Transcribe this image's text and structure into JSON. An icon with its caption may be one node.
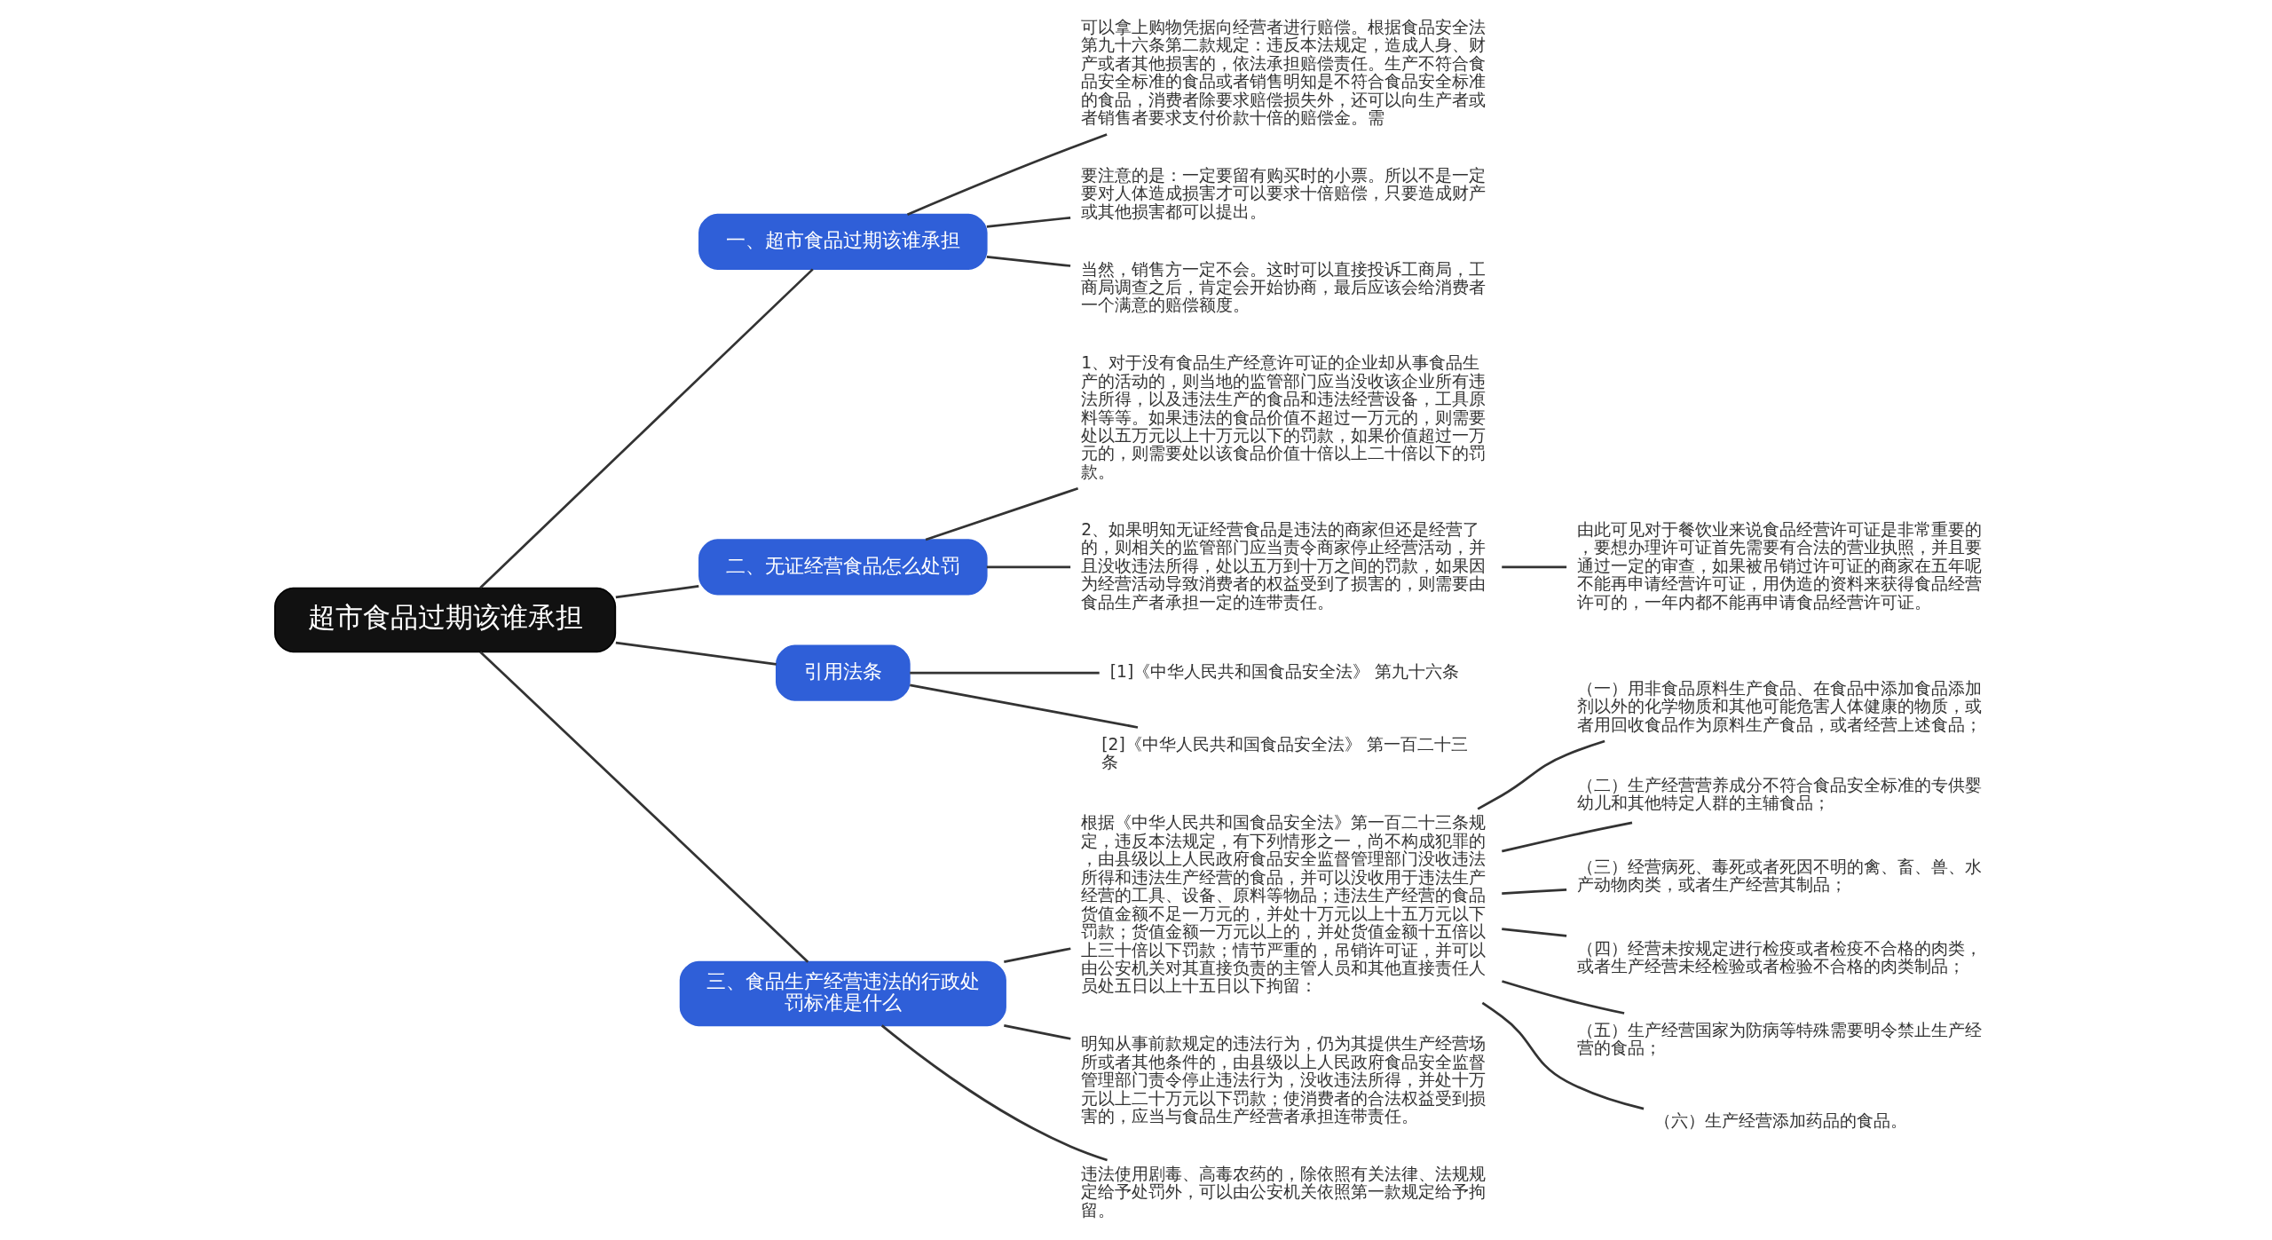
{
  "diagram": {
    "nodes": [
      {
        "text": [
          "超市食品过期该谁承担"
        ]
      },
      {
        "text": [
          "一、超市食品过期该谁承担"
        ]
      },
      {
        "text": [
          "可以拿上购物凭据向经营者进行赔偿。根据食品安全法第九十六条第二款规定：违反本法规定，造成人身、财产或者其他损害的，依法承担赔偿责任。生产不符合食品安全标准的食品或者销售明知是不符合食品安全标准的食品，消费者除要求赔偿损失外，还可以向生产者或者销售者要求支付价款十倍的赔偿金。需"
        ]
      },
      {
        "text": [
          "要注意的是：一定要留有购买时的小票。所以不是一定要对人体造成损害才可以要求十倍赔偿，只要造成财产或其他损害都可以提出。"
        ]
      },
      {
        "text": [
          "当然，销售方一定不会。这时可以直接投诉工商局，工商局调查之后，肯定会开始协商，最后应该会给消费者一个满意的赔偿额度。"
        ]
      },
      {
        "text": [
          "二、无证经营食品怎么处罚"
        ]
      },
      {
        "text": [
          "1、对于没有食品生产经意许可证的企业却从事食品生产的活动的，则当地的监管部门应当没收该企业所有违法所得，以及违法生产的食品和违法经营设备，工具原料等等。如果违法的食品价值不超过一万元的，则需要处以五万元以上十万元以下的罚款，如果价值超过一万元的，则需要处以该食品价值十倍以上二十倍以下的罚款。"
        ]
      },
      {
        "text": [
          "2、如果明知无证经营食品是违法的商家但还是经营了的，则相关的监管部门应当责令商家停止经营活动，并且没收违法所得，处以五万到十万之间的罚款，如果因为经营活动导致消费者的权益受到了损害的，则需要由食品生产者承担一定的连带责任。"
        ]
      },
      {
        "text": [
          "由此可见对于餐饮业来说食品经营许可证是非常重要的，要想办理许可证首先需要有合法的营业执照，并且要通过一定的审查，如果被吊销过许可证的商家在五年呢不能再申请经营许可证，用伪造的资料来获得食品经营许可的，一年内都不能再申请食品经营许可证。"
        ]
      },
      {
        "text": [
          "引用法条"
        ]
      },
      {
        "text": [
          "[1]《中华人民共和国食品安全法》 第九十六条"
        ]
      },
      {
        "text": [
          "[2]《中华人民共和国食品安全法》 第一百二十三条"
        ]
      },
      {
        "text": [
          "三、食品生产经营违法的行政处罚标准是什么"
        ]
      },
      {
        "text": [
          "根据《中华人民共和国食品安全法》第一百二十三条规定，违反本法规定，有下列情形之一，尚不构成犯罪的，由县级以上人民政府食品安全监督管理部门没收违法所得和违法生产经营的食品，并可以没收用于违法生产经营的工具、设备、原料等物品；违法生产经营的食品货值金额不足一万元的，并处十万元以上十五万元以下罚款；货值金额一万元以上的，并处货值金额十五倍以上三十倍以下罚款；情节严重的，吊销许可证，并可以由公安机关对其直接负责的主管人员和其他直接责任人员处五日以上十五日以下拘留："
        ]
      },
      {
        "text": [
          "（一）用非食品原料生产食品、在食品中添加食品添加剂以外的化学物质和其他可能危害人体健康的物质，或者用回收食品作为原料生产食品，或者经营上述食品；"
        ]
      },
      {
        "text": [
          "（二）生产经营营养成分不符合食品安全标准的专供婴幼儿和其他特定人群的主辅食品；"
        ]
      },
      {
        "text": [
          "（三）经营病死、毒死或者死因不明的禽、畜、兽、水产动物肉类，或者生产经营其制品；"
        ]
      },
      {
        "text": [
          "（四）经营未按规定进行检疫或者检疫不合格的肉类，或者生产经营未经检验或者检验不合格的肉类制品；"
        ]
      },
      {
        "text": [
          "（五）生产经营国家为防病等特殊需要明令禁止生产经营的食品；"
        ]
      },
      {
        "text": [
          "（六）生产经营添加药品的食品。"
        ]
      },
      {
        "text": [
          "明知从事前款规定的违法行为，仍为其提供生产经营场所或者其他条件的，由县级以上人民政府食品安全监督管理部门责令停止违法行为，没收违法所得，并处十万元以上二十万元以下罚款；使消费者的合法权益受到损害的，应当与食品生产经营者承担连带责任。"
        ]
      },
      {
        "text": [
          "违法使用剧毒、高毒农药的，除依照有关法律、法规规定给予处罚外，可以由公安机关依照第一款规定给予拘留。"
        ]
      }
    ],
    "edges": [
      {
        "from": 0,
        "to": 1,
        "arrow": "none"
      },
      {
        "from": 1,
        "to": 2,
        "arrow": "none"
      },
      {
        "from": 1,
        "to": 3,
        "arrow": "none"
      },
      {
        "from": 1,
        "to": 4,
        "arrow": "none"
      },
      {
        "from": 0,
        "to": 5,
        "arrow": "none"
      },
      {
        "from": 5,
        "to": 6,
        "arrow": "none"
      },
      {
        "from": 5,
        "to": 7,
        "arrow": "none"
      },
      {
        "from": 7,
        "to": 8,
        "arrow": "none"
      },
      {
        "from": 0,
        "to": 9,
        "arrow": "none"
      },
      {
        "from": 9,
        "to": 10,
        "arrow": "none"
      },
      {
        "from": 9,
        "to": 11,
        "arrow": "none"
      },
      {
        "from": 0,
        "to": 12,
        "arrow": "none"
      },
      {
        "from": 12,
        "to": 13,
        "arrow": "none"
      },
      {
        "from": 13,
        "to": 14,
        "arrow": "none"
      },
      {
        "from": 13,
        "to": 15,
        "arrow": "none"
      },
      {
        "from": 13,
        "to": 16,
        "arrow": "none"
      },
      {
        "from": 13,
        "to": 17,
        "arrow": "none"
      },
      {
        "from": 13,
        "to": 18,
        "arrow": "none"
      },
      {
        "from": 13,
        "to": 19,
        "arrow": "none"
      },
      {
        "from": 12,
        "to": 20,
        "arrow": "none"
      },
      {
        "from": 12,
        "to": 21,
        "arrow": "none"
      }
    ]
  }
}
